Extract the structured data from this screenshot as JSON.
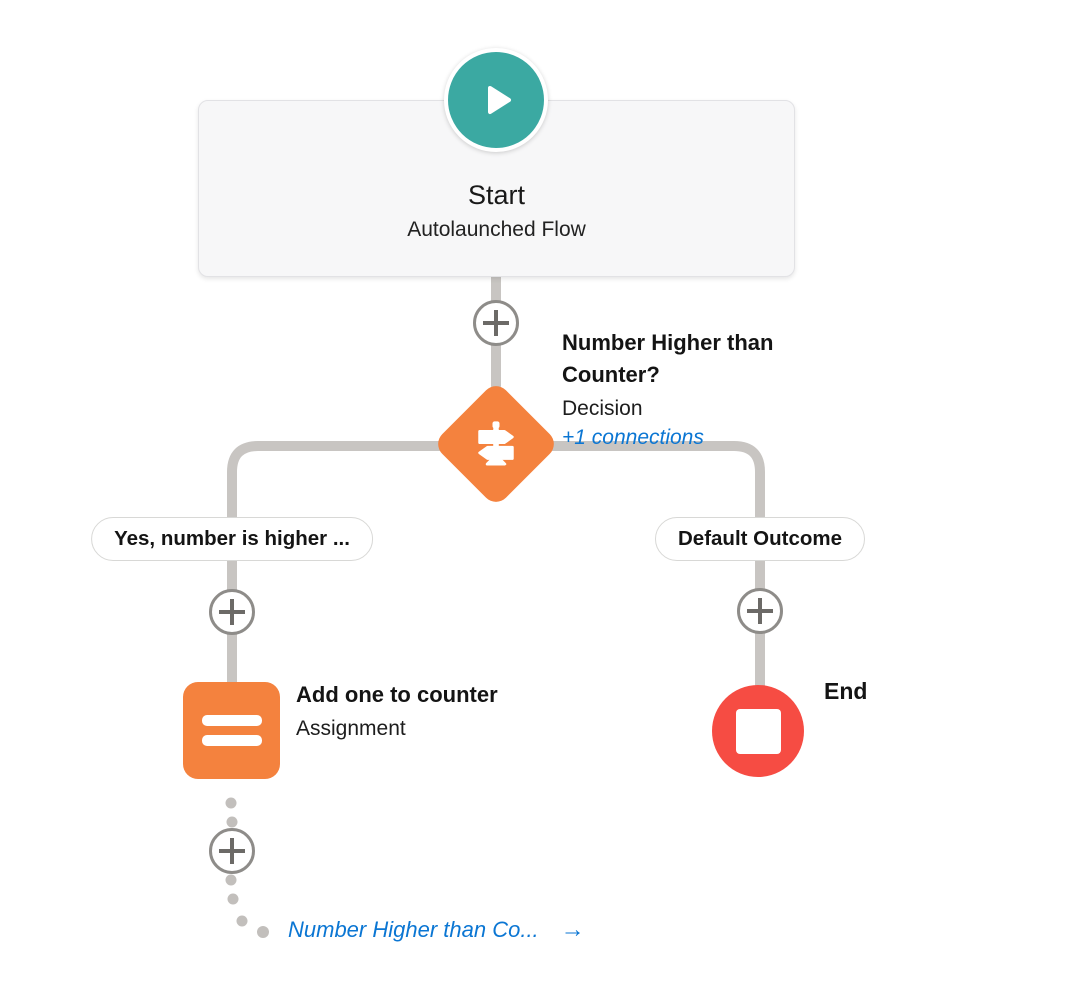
{
  "flow": {
    "start": {
      "title": "Start",
      "subtitle": "Autolaunched Flow"
    },
    "decision": {
      "title": "Number Higher than Counter?",
      "element_type": "Decision",
      "connections_link": "+1 connections"
    },
    "branches": {
      "left_label": "Yes, number is higher ...",
      "right_label": "Default Outcome"
    },
    "assignment": {
      "title": "Add one to counter",
      "element_type": "Assignment"
    },
    "end": {
      "label": "End"
    },
    "goto": {
      "label": "Number Higher than Co...",
      "arrow": "→"
    },
    "colors": {
      "start_teal": "#3BA9A2",
      "element_orange": "#F4823E",
      "end_red": "#F64C43",
      "link_blue": "#0B76D3",
      "connector_gray": "#C8C5C2",
      "dot_gray": "#C2BFBC"
    }
  }
}
